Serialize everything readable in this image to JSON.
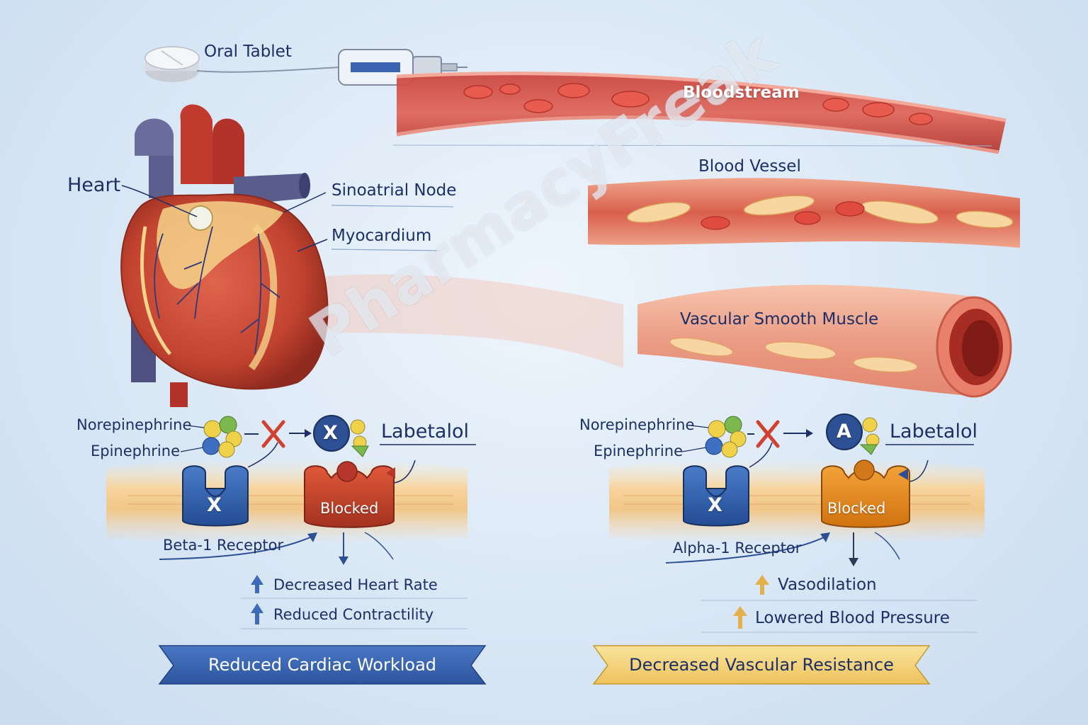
{
  "top": {
    "oral_tablet": "Oral Tablet",
    "bloodstream": "Bloodstream"
  },
  "heart": {
    "heart": "Heart",
    "sa_node": "Sinoatrial Node",
    "myocardium": "Myocardium"
  },
  "vessel": {
    "blood_vessel": "Blood Vessel",
    "smooth_muscle": "Vascular Smooth Muscle"
  },
  "watermark": "PharmacyFreak",
  "left_panel": {
    "norepinephrine": "Norepinephrine",
    "epinephrine": "Epinephrine",
    "drug_badge": "X",
    "drug_name": "Labetalol",
    "receptor_mark": "X",
    "blocked": "Blocked",
    "receptor": "Beta-1 Receptor",
    "effects": [
      "Decreased Heart Rate",
      "Reduced Contractility"
    ],
    "banner": "Reduced Cardiac Workload",
    "colors": {
      "receptor": "#2f5fae",
      "blocked": "#c8462c",
      "banner": "#3a64b0"
    }
  },
  "right_panel": {
    "norepinephrine": "Norepinephrine",
    "epinephrine": "Epinephrine",
    "drug_badge": "A",
    "drug_name": "Labetalol",
    "receptor_mark": "X",
    "blocked": "Blocked",
    "receptor": "Alpha-1 Receptor",
    "effects": [
      "Vasodilation",
      "Lowered Blood Pressure"
    ],
    "banner": "Decreased Vascular Resistance",
    "colors": {
      "receptor": "#2f5fae",
      "blocked": "#e58a1c",
      "banner": "#f2d27a"
    }
  }
}
